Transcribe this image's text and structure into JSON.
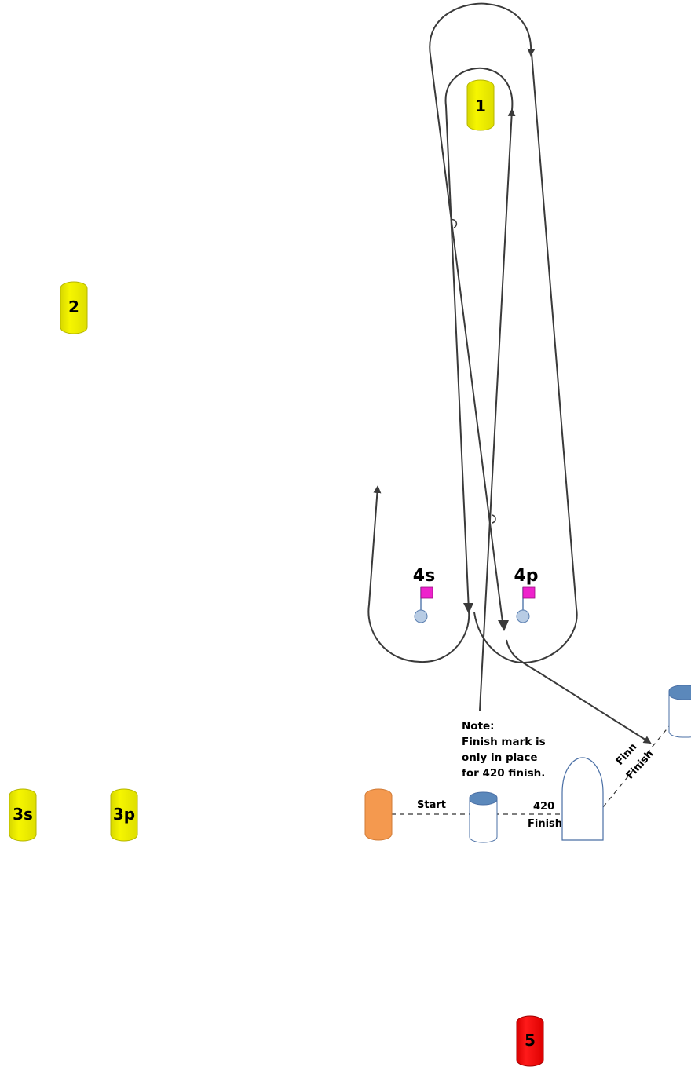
{
  "marks": {
    "mark1": {
      "label": "1",
      "color": "#f0f000"
    },
    "mark2": {
      "label": "2",
      "color": "#f0f000"
    },
    "mark3s": {
      "label": "3s",
      "color": "#f0f000"
    },
    "mark3p": {
      "label": "3p",
      "color": "#f0f000"
    },
    "mark5": {
      "label": "5",
      "color": "#ee0000"
    },
    "gate4s": {
      "label": "4s",
      "flag_color": "#ee22cc"
    },
    "gate4p": {
      "label": "4p",
      "flag_color": "#ee22cc"
    },
    "start_pin": {
      "color": "#f4994f"
    }
  },
  "lines": {
    "start": "Start",
    "finish420_line1": "420",
    "finish420_line2": "Finish",
    "finn_line1": "Finn",
    "finn_line2": "Finish"
  },
  "note": {
    "line1": "Note:",
    "line2": "Finish mark is",
    "line3": "only in place",
    "line4": "for 420 finish."
  },
  "colors": {
    "course_line": "#3a3a3a",
    "finish_mark_cap": "#5b88bb",
    "gate_ball": "#b8cce4"
  }
}
